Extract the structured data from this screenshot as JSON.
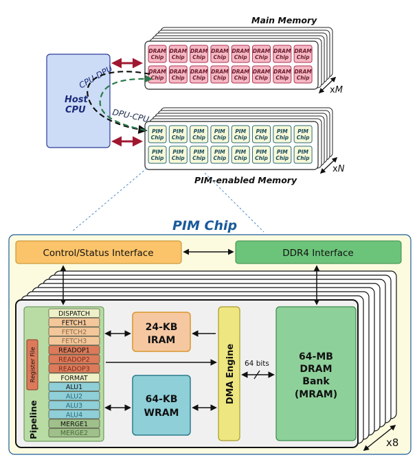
{
  "main_memory": {
    "title": "Main Memory",
    "chip_line1": "DRAM",
    "chip_line2": "Chip",
    "count_label": "x",
    "count_var": "M"
  },
  "pim_memory": {
    "title": "PIM-enabled Memory",
    "chip_line1": "PIM",
    "chip_line2": "Chip",
    "count_label": "x",
    "count_var": "N"
  },
  "host": {
    "line1": "Host",
    "line2": "CPU",
    "cpu_dpu": "CPU-DPU",
    "dpu_cpu": "DPU-CPU"
  },
  "pim_chip": {
    "title": "PIM Chip",
    "control_interface": "Control/Status Interface",
    "ddr4_interface": "DDR4 Interface",
    "register_file": "Register File",
    "pipeline": "Pipeline",
    "iram_line1": "24-KB",
    "iram_line2": "IRAM",
    "wram_line1": "64-KB",
    "wram_line2": "WRAM",
    "dma": "DMA Engine",
    "bus_width": "64 bits",
    "bank_line1": "64-MB",
    "bank_line2": "DRAM",
    "bank_line3": "Bank",
    "bank_line4": "(MRAM)",
    "replication": "x8"
  },
  "pipeline_stages": [
    {
      "name": "DISPATCH",
      "fill": "#eef0c8",
      "text": "#111111"
    },
    {
      "name": "FETCH1",
      "fill": "#f4c79a",
      "text": "#111111"
    },
    {
      "name": "FETCH2",
      "fill": "#f4c79a",
      "text": "#8a6a4a"
    },
    {
      "name": "FETCH3",
      "fill": "#f4c79a",
      "text": "#8a6a4a"
    },
    {
      "name": "READOP1",
      "fill": "#dc7a5a",
      "text": "#111111"
    },
    {
      "name": "READOP2",
      "fill": "#dc7a5a",
      "text": "#7a2a1a"
    },
    {
      "name": "READOP3",
      "fill": "#dc7a5a",
      "text": "#7a2a1a"
    },
    {
      "name": "FORMAT",
      "fill": "#eef0c8",
      "text": "#111111"
    },
    {
      "name": "ALU1",
      "fill": "#8ecfd8",
      "text": "#111111"
    },
    {
      "name": "ALU2",
      "fill": "#8ecfd8",
      "text": "#2a6a7a"
    },
    {
      "name": "ALU3",
      "fill": "#8ecfd8",
      "text": "#2a6a7a"
    },
    {
      "name": "ALU4",
      "fill": "#8ecfd8",
      "text": "#2a6a7a"
    },
    {
      "name": "MERGE1",
      "fill": "#9fc08a",
      "text": "#111111"
    },
    {
      "name": "MERGE2",
      "fill": "#9fc08a",
      "text": "#4a6a3a"
    }
  ],
  "colors": {
    "dram_chip_fill": "#f4b8c4",
    "dram_chip_stroke": "#b03050",
    "pim_chip_fill": "#f6f8d8",
    "pim_chip_stroke": "#2a6a7a",
    "host_fill": "#ccdcf6",
    "host_stroke": "#2a3a9a",
    "pim_panel_fill": "#fcfbe0",
    "control_fill": "#fbc46a",
    "ddr4_fill": "#6cc47a",
    "iram_fill": "#f6c8a2",
    "wram_fill": "#8ecfd8",
    "dma_fill": "#eee680",
    "bank_fill": "#8ed09a",
    "red_arrow": "#a01830",
    "green_arrow": "#2a7a4a"
  }
}
